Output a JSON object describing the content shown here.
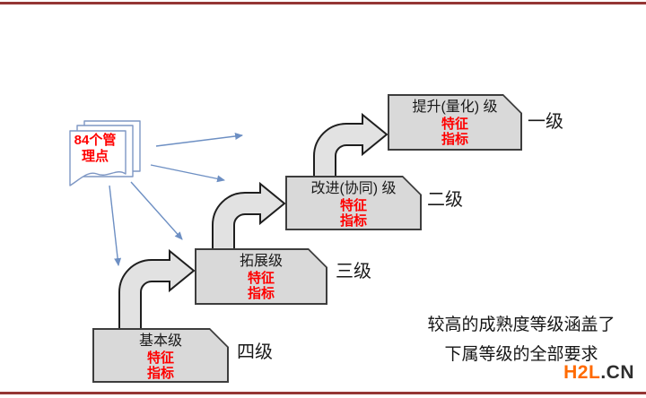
{
  "doc_note": {
    "line1": "84个管",
    "line2": "理点"
  },
  "levels": [
    {
      "title": "提升(量化) 级",
      "feature": "特征",
      "indicator": "指标",
      "grade": "一级"
    },
    {
      "title": "改进(协同) 级",
      "feature": "特征",
      "indicator": "指标",
      "grade": "二级"
    },
    {
      "title": "拓展级",
      "feature": "特征",
      "indicator": "指标",
      "grade": "三级"
    },
    {
      "title": "基本级",
      "feature": "特征",
      "indicator": "指标",
      "grade": "四级"
    }
  ],
  "caption": {
    "line1": "较高的成熟度等级涵盖了",
    "line2": "下属等级的全部要求"
  },
  "watermark": {
    "brand": "H2L",
    "suffix": ".CN"
  },
  "colors": {
    "rule_red": "#943634",
    "box_fill": "#d9d9d9",
    "box_border": "#3d3d3d",
    "accent_red": "#ff0000",
    "step_arrow_fill": "#e2e2e2",
    "blue_arrow": "#6d8fc3",
    "brand_orange": "#ff6a00",
    "brand_suffix_gray": "#2e2e2e"
  }
}
